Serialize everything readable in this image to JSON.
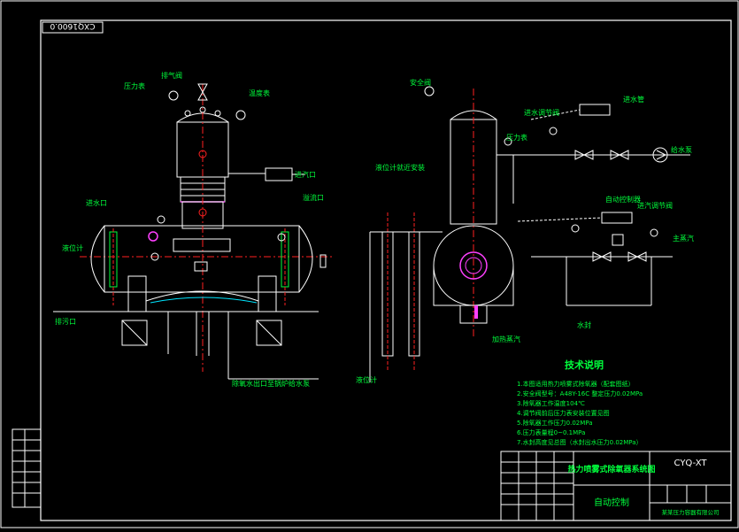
{
  "drawing": {
    "drawing_number_rotated": "CXQ1600.0",
    "tech_notes_title": "技术说明",
    "tech_notes": [
      "1.本图适用热力喷雾式除氧器（配套图纸）",
      "2.安全阀型号：A48Y-16C 整定压力0.02MPa",
      "3.除氧器工作温度104℃",
      "4.调节阀前后压力表安装位置见图",
      "5.除氧器工作压力0.02MPa",
      "6.压力表量程0~0.1MPa",
      "7.水封高度见总图（水封出水压力0.02MPa）"
    ]
  },
  "title_block": {
    "product_name": "热力喷雾式除氧器系统图",
    "code": "CYQ-XT",
    "control_mode": "自动控制",
    "company": "某某压力容器有限公司"
  },
  "left_view": {
    "labels": {
      "vent_valve": "排气阀",
      "pressure_gauge": "压力表",
      "thermometer": "温度表",
      "steam_inlet": "进汽口",
      "level_gauge": "液位计",
      "water_inlet": "进水口",
      "outlet_to_pump": "除氧水出口至锅炉给水泵",
      "drain": "排污口",
      "overflow": "溢流口"
    }
  },
  "right_view": {
    "labels": {
      "safety_valve": "安全阀",
      "pressure_gauge": "压力表",
      "water_regulating_valve": "进水调节阀",
      "water_inlet_pipe": "进水管",
      "feed_pump": "给水泵",
      "steam_regulating_valve": "进汽调节阀",
      "main_steam": "主蒸汽",
      "water_seal": "水封",
      "install_note": "液位计就近安装",
      "heating_steam": "加热蒸汽",
      "level_gauge": "液位计",
      "controller": "自动控制器"
    }
  },
  "colors": {
    "frame": "#ffffff",
    "green": "#00ff3c",
    "cyan": "#00e5ff",
    "red": "#ff2020",
    "magenta": "#ff40ff",
    "yellow": "#ffff00",
    "blue": "#3060ff"
  }
}
